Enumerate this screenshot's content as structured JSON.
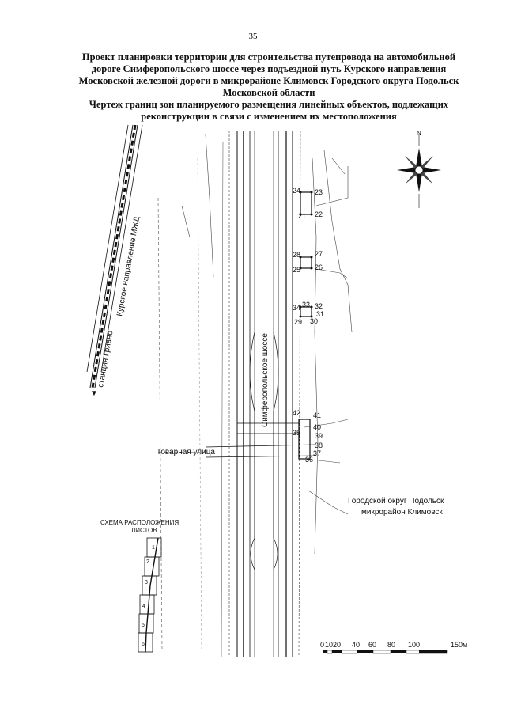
{
  "page_number": "35",
  "title_lines": [
    "Проект планировки территории для строительства путепровода на автомобильной",
    "дороге Симферопольского шоссе через подъездной путь Курского направления",
    "Московской железной дороги в микрорайоне Климовск Городского округа Подольск",
    "Московской области",
    "Чертеж границ зон планируемого размещения линейных объектов, подлежащих",
    "реконструкции в связи с изменением их местоположения"
  ],
  "map": {
    "railway_label": "Курское направление МЖД",
    "station_label": "станция Гривно",
    "highway_label": "Симферопольское шоссе",
    "street_label": "Товарная улица",
    "district_label_line1": "Городской округ Подольск",
    "district_label_line2": "микрорайон Климовск",
    "compass_north": "N",
    "point_labels": [
      "21",
      "22",
      "23",
      "24",
      "25",
      "26",
      "27",
      "28",
      "29",
      "30",
      "31",
      "32",
      "33",
      "34",
      "35",
      "36",
      "37",
      "38",
      "39",
      "40",
      "41",
      "42"
    ]
  },
  "sheet_scheme": {
    "title_line1": "СХЕМА РАСПОЛОЖЕНИЯ",
    "title_line2": "ЛИСТОВ",
    "sheets": [
      "1",
      "2",
      "3",
      "4",
      "5",
      "6"
    ]
  },
  "scale_bar": {
    "labels": [
      "0",
      "10",
      "20",
      "40",
      "60",
      "80",
      "100",
      "150м"
    ]
  }
}
